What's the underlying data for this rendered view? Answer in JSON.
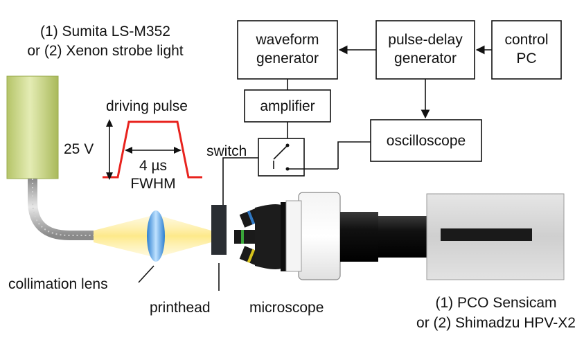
{
  "light_source": {
    "line1": "(1) Sumita LS-M352",
    "line2": "or (2) Xenon strobe light"
  },
  "pulse": {
    "title": "driving pulse",
    "amplitude": "25 V",
    "width": "4 µs",
    "width_note": "FWHM"
  },
  "boxes": {
    "waveform_line1": "waveform",
    "waveform_line2": "generator",
    "pulse_delay_line1": "pulse-delay",
    "pulse_delay_line2": "generator",
    "control_line1": "control",
    "control_line2": "PC",
    "amplifier": "amplifier",
    "oscilloscope": "oscilloscope"
  },
  "labels": {
    "switch": "switch",
    "collimation_lens": "collimation lens",
    "printhead": "printhead",
    "microscope": "microscope"
  },
  "camera": {
    "line1": "(1) PCO Sensicam",
    "line2": "or (2) Shimadzu HPV-X2"
  },
  "colors": {
    "pulse_line": "#e8231e",
    "lamp_body": "#c3d27a",
    "lens": "#5aa6e6",
    "camera_body": "#d6d6d6",
    "objective_blue": "#2f78c4",
    "objective_green": "#3aa63a",
    "objective_yellow": "#d6c21c"
  }
}
